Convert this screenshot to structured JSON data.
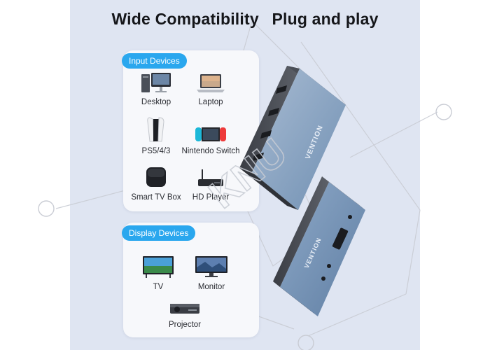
{
  "headline": {
    "part1": "Wide Compatibility",
    "part2": "Plug and play"
  },
  "input_devices": {
    "title": "Input Devices",
    "items": [
      {
        "label": "Desktop",
        "icon": "desktop-icon"
      },
      {
        "label": "Laptop",
        "icon": "laptop-icon"
      },
      {
        "label": "PS5/4/3",
        "icon": "console-icon"
      },
      {
        "label": "Nintendo Switch",
        "icon": "switch-console-icon"
      },
      {
        "label": "Smart TV Box",
        "icon": "tv-box-icon"
      },
      {
        "label": "HD Player",
        "icon": "hd-player-icon"
      }
    ]
  },
  "display_devices": {
    "title": "Display Devices",
    "items": [
      {
        "label": "TV",
        "icon": "tv-icon"
      },
      {
        "label": "Monitor",
        "icon": "monitor-icon"
      },
      {
        "label": "Projector",
        "icon": "projector-icon"
      }
    ]
  },
  "product": {
    "brand": "VENTION",
    "body_color": "#7f9dbd",
    "accent": "#2aa7ee"
  },
  "watermark": {
    "text": "KNU"
  }
}
